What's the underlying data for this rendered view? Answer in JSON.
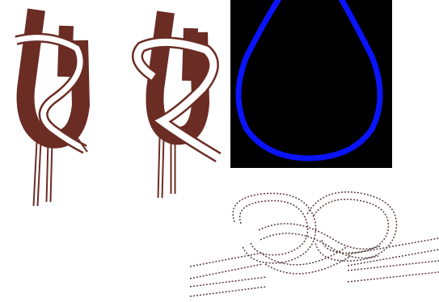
{
  "colors": {
    "background": "#ffffff",
    "rope_brown": "#6b2c24",
    "rope_light": "#ffffff",
    "loop_panel_background": "#000000",
    "loop_stroke": "#0a14ff",
    "sketch_ink": "#5a3a3a"
  },
  "illustrations": [
    {
      "name": "knot-step-1",
      "description_icon": "rope-bight-tuck-icon"
    },
    {
      "name": "knot-step-2",
      "description_icon": "rope-wrap-tuck-icon"
    },
    {
      "name": "blue-loop",
      "description_icon": "teardrop-loop-icon"
    },
    {
      "name": "figure-eight-knot",
      "description_icon": "figure-eight-sketch-icon"
    }
  ]
}
